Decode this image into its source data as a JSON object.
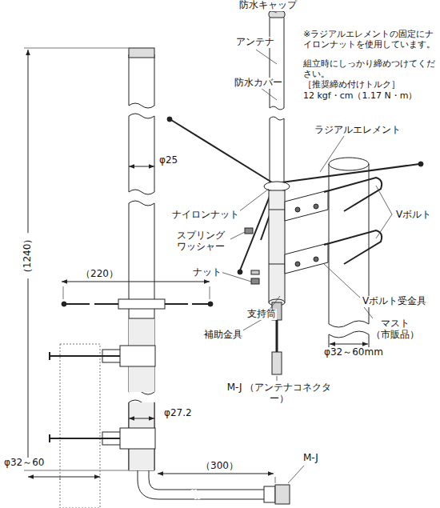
{
  "diagram": {
    "labels": [
      "防水キャップ",
      "※ラジアルエレメントの固定にナイロンナットを使用しています。",
      "組立時にしっかり締めつけてください。",
      "［推奨締め付けトルク］",
      "12 kgf・cm（1.17 N・m）",
      "アンテナ",
      "防水カバー",
      "φ25",
      "（1240）",
      "ラジアルエレメント",
      "（220）",
      "ナイロンナット",
      "Vボルト",
      "スプリング ワッシャー",
      "ナット",
      "Vボルト受金具",
      "支持筒",
      "補助金具",
      "マスト （市販品）",
      "φ32～60mm",
      "φ27.2",
      "M-J （アンテナコネクター）",
      "φ32～60",
      "（300）",
      "M-J"
    ]
  }
}
